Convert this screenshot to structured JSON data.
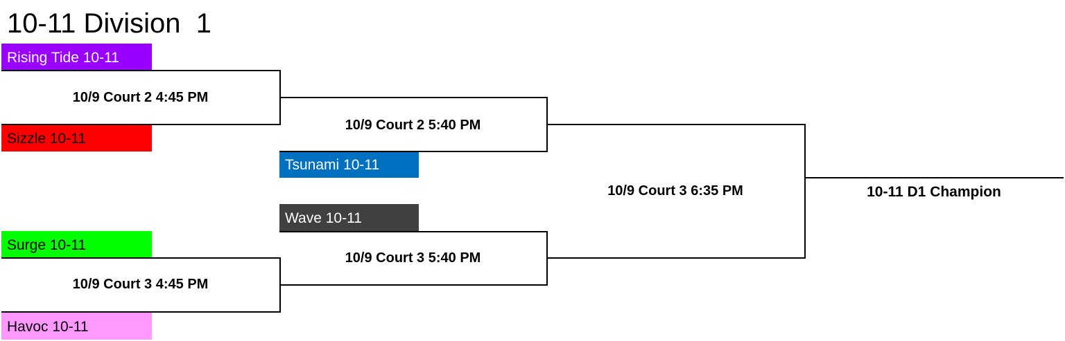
{
  "title": "10-11 Division  1",
  "teams": [
    {
      "label": "Rising Tide 10-11",
      "color": "#9900ff",
      "text_color": "#ffffff"
    },
    {
      "label": "Sizzle 10-11",
      "color": "#ff0000",
      "text_color": "#000000"
    },
    {
      "label": "Tsunami 10-11",
      "color": "#0070c0",
      "text_color": "#ffffff"
    },
    {
      "label": "Wave 10-11",
      "color": "#404040",
      "text_color": "#ffffff"
    },
    {
      "label": "Surge 10-11",
      "color": "#00ff00",
      "text_color": "#000000"
    },
    {
      "label": "Havoc 10-11",
      "color": "#ff99ff",
      "text_color": "#000000"
    }
  ],
  "games": [
    {
      "label": "10/9 Court 2 4:45 PM"
    },
    {
      "label": "10/9 Court 3 4:45 PM"
    },
    {
      "label": "10/9 Court 2 5:40 PM"
    },
    {
      "label": "10/9 Court 3 5:40 PM"
    },
    {
      "label": "10/9 Court 3 6:35 PM"
    }
  ],
  "champion": "10-11 D1 Champion"
}
